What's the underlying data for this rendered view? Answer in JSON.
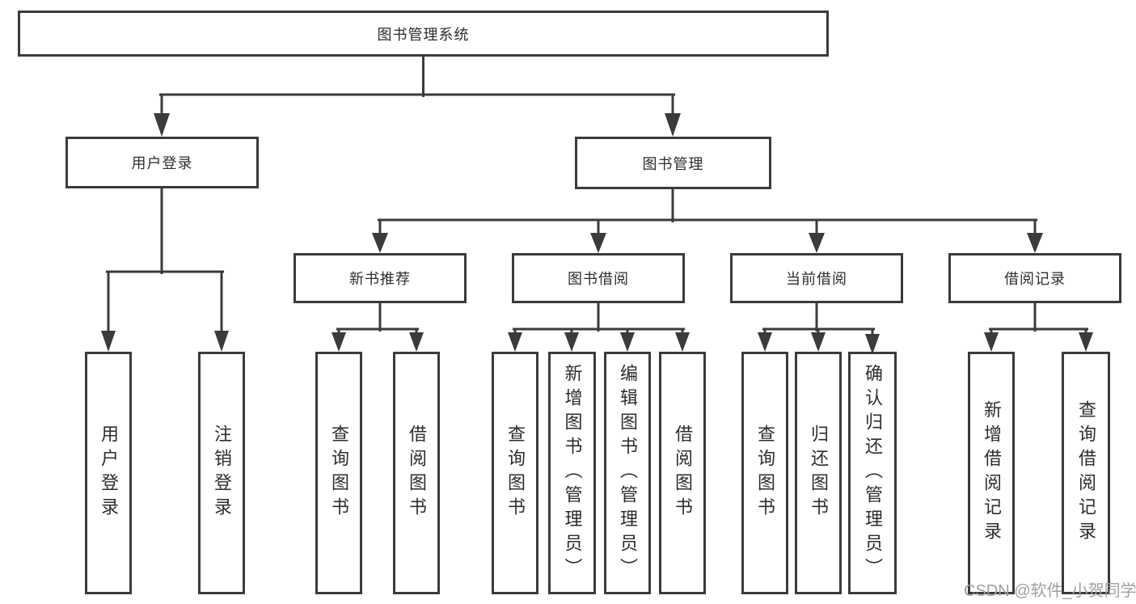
{
  "watermark": "CSDN @软件_小贺同学",
  "colors": {
    "line": "#3b3b3b",
    "text": "#2d2d2d",
    "watermark": "#a0a0a0",
    "bg": "#ffffff"
  },
  "tree": {
    "label": "图书管理系统",
    "children": [
      {
        "label": "用户登录",
        "children": [
          {
            "label": "用户登录"
          },
          {
            "label": "注销登录"
          }
        ]
      },
      {
        "label": "图书管理",
        "children": [
          {
            "label": "新书推荐",
            "children": [
              {
                "label": "查询图书"
              },
              {
                "label": "借阅图书"
              }
            ]
          },
          {
            "label": "图书借阅",
            "children": [
              {
                "label": "查询图书"
              },
              {
                "label": "新增图书（管理员）"
              },
              {
                "label": "编辑图书（管理员）"
              },
              {
                "label": "借阅图书"
              }
            ]
          },
          {
            "label": "当前借阅",
            "children": [
              {
                "label": "查询图书"
              },
              {
                "label": "归还图书"
              },
              {
                "label": "确认归还（管理员）"
              }
            ]
          },
          {
            "label": "借阅记录",
            "children": [
              {
                "label": "新增借阅记录"
              },
              {
                "label": "查询借阅记录"
              }
            ]
          }
        ]
      }
    ]
  }
}
